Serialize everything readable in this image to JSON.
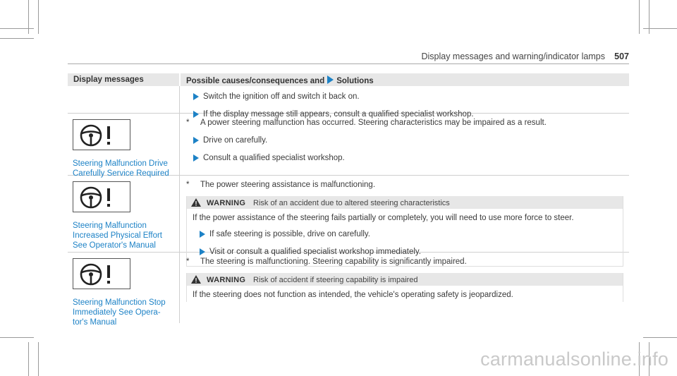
{
  "header": {
    "title": "Display messages and warning/indicator lamps",
    "page_number": "507"
  },
  "table": {
    "col1_heading": "Display messages",
    "col2_heading_a": "Possible causes/consequences and",
    "col2_heading_b": "Solutions",
    "rows": [
      {
        "bullets": [
          "Switch the ignition off and switch it back on.",
          "If the display message still appears, consult a qualified specialist workshop."
        ]
      },
      {
        "message": "Steering Malfunction Drive Carefully Service Required",
        "note": "A power steering malfunction has occurred. Steering characteristics may be impaired as a result.",
        "bullets": [
          "Drive on carefully.",
          "Consult a qualified specialist workshop."
        ]
      },
      {
        "message_lines": [
          "Steering Malfunction",
          "Increased Physical Effort",
          "See Operator's Manual"
        ],
        "note": "The power steering assistance is malfunctioning.",
        "warning_title": "WARNING",
        "warning_desc": "Risk of an accident due to altered steering characteristics",
        "warning_body": "If the power assistance of the steering fails partially or completely, you will need to use more force to steer.",
        "bullets": [
          "If safe steering is possible, drive on carefully.",
          "Visit or consult a qualified specialist workshop immediately."
        ]
      },
      {
        "message_lines": [
          "Steering Malfunction Stop",
          "Immediately See Opera-",
          "tor's Manual"
        ],
        "note": "The steering is malfunctioning. Steering capability is significantly impaired.",
        "warning_title": "WARNING",
        "warning_desc": "Risk of accident if steering capability is impaired",
        "warning_body": "If the steering does not function as intended, the vehicle's operating safety is jeopardized."
      }
    ]
  },
  "star": "*",
  "watermark": "carmanualsonline.info",
  "colors": {
    "accent": "#1d82c6",
    "header_bg": "#e7e7e7",
    "rule": "#cfcfcf"
  },
  "icons": [
    "steering-wheel-warning-icon",
    "warning-triangle-icon",
    "action-triangle-icon"
  ]
}
